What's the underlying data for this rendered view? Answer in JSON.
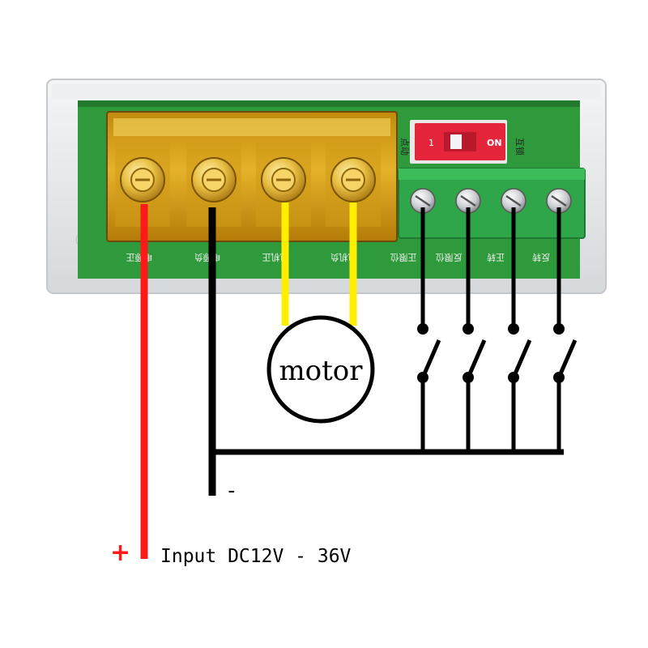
{
  "colors": {
    "pcb_green": "#2f9a3b",
    "pcb_dark": "#237a2d",
    "terminal_amber": "#d8a418",
    "terminal_amber_light": "#f0cc55",
    "dip_red": "#e4253b",
    "connector_green": "#2fa64a",
    "wire_red": "#ff1a1a",
    "wire_black": "#000000",
    "wire_yellow": "#ffee00",
    "housing": "#e6e8ea"
  },
  "board": {
    "pin_labels": [
      "电源正",
      "电源负",
      "电机正",
      "电机负",
      "正限位",
      "反限位",
      "正转",
      "反转"
    ],
    "dip_switch": {
      "position_label": "1",
      "on_label": "ON",
      "left_label": "点动",
      "right_label": "互锁"
    }
  },
  "motor": {
    "label": "motor"
  },
  "power": {
    "plus_sign": "+",
    "minus_sign": "-",
    "input_label": "Input DC12V - 36V"
  },
  "switches": {
    "count": 4
  }
}
